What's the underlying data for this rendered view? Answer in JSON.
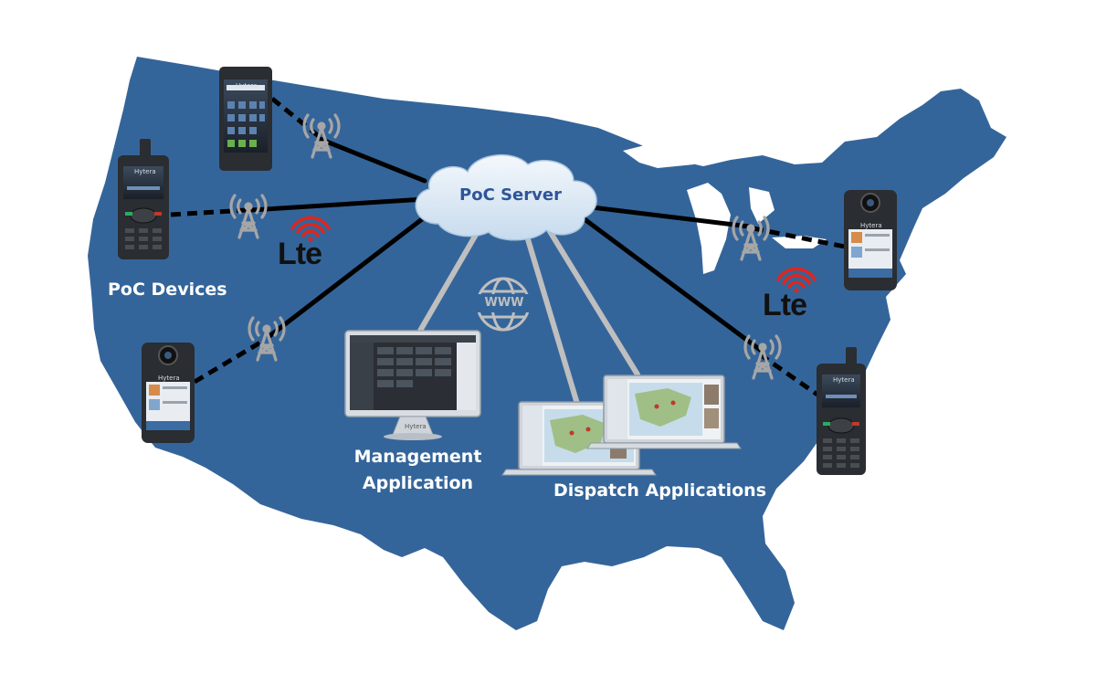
{
  "title_labels": {
    "server": "PoC Server",
    "devices": "PoC Devices",
    "management_line1": "Management",
    "management_line2": "Application",
    "dispatch": "Dispatch Applications"
  },
  "network": {
    "lte_text": "Lte",
    "www_text": "WWW"
  },
  "device_brand": "Hytera",
  "colors": {
    "map": "#34659a",
    "link_solid": "#000000",
    "link_gray": "#bfbfbf",
    "cloud": "#dbe9f5",
    "lte_signal": "#e0251b",
    "tower": "#a6a6a6"
  }
}
